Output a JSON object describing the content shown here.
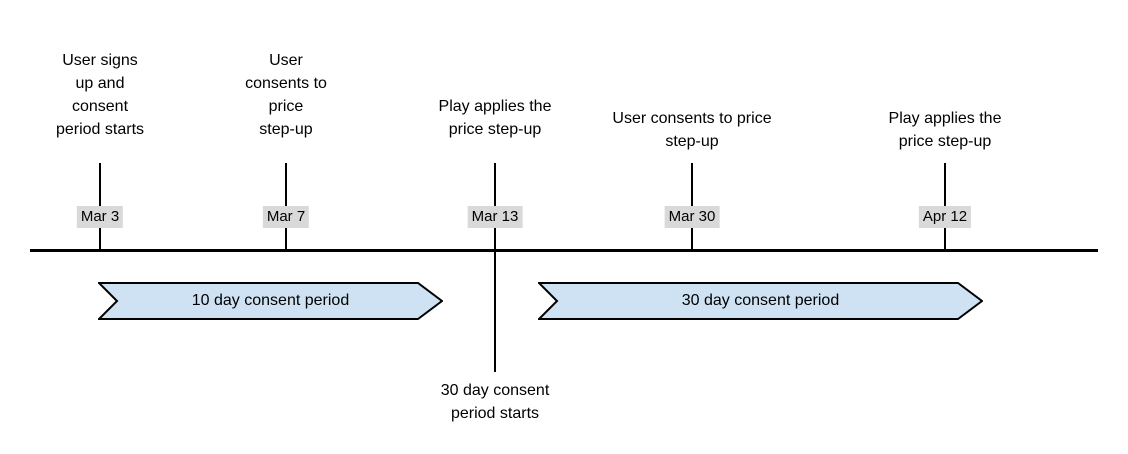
{
  "colors": {
    "canvas_bg": "#ffffff",
    "line": "#000000",
    "arrow_fill": "#cfe2f3",
    "arrow_border": "#000000",
    "date_label_bg": "#d9d9d9"
  },
  "timeline": {
    "milestones": [
      {
        "date": "Mar 3",
        "lines": [
          "User signs",
          "up and",
          "consent",
          "period starts"
        ]
      },
      {
        "date": "Mar 7",
        "lines": [
          "User",
          "consents to",
          "price",
          "step-up"
        ]
      },
      {
        "date": "Mar 13",
        "lines": [
          "Play applies the",
          "price step-up"
        ]
      },
      {
        "date": "Mar 30",
        "lines": [
          "User consents to price",
          "step-up"
        ]
      },
      {
        "date": "Apr 12",
        "lines": [
          "Play applies the",
          "price step-up"
        ]
      }
    ],
    "periods": [
      {
        "label": "10 day consent period"
      },
      {
        "label": "30 day consent period"
      }
    ],
    "annotation": {
      "lines": [
        "30 day consent",
        "period starts"
      ]
    }
  }
}
